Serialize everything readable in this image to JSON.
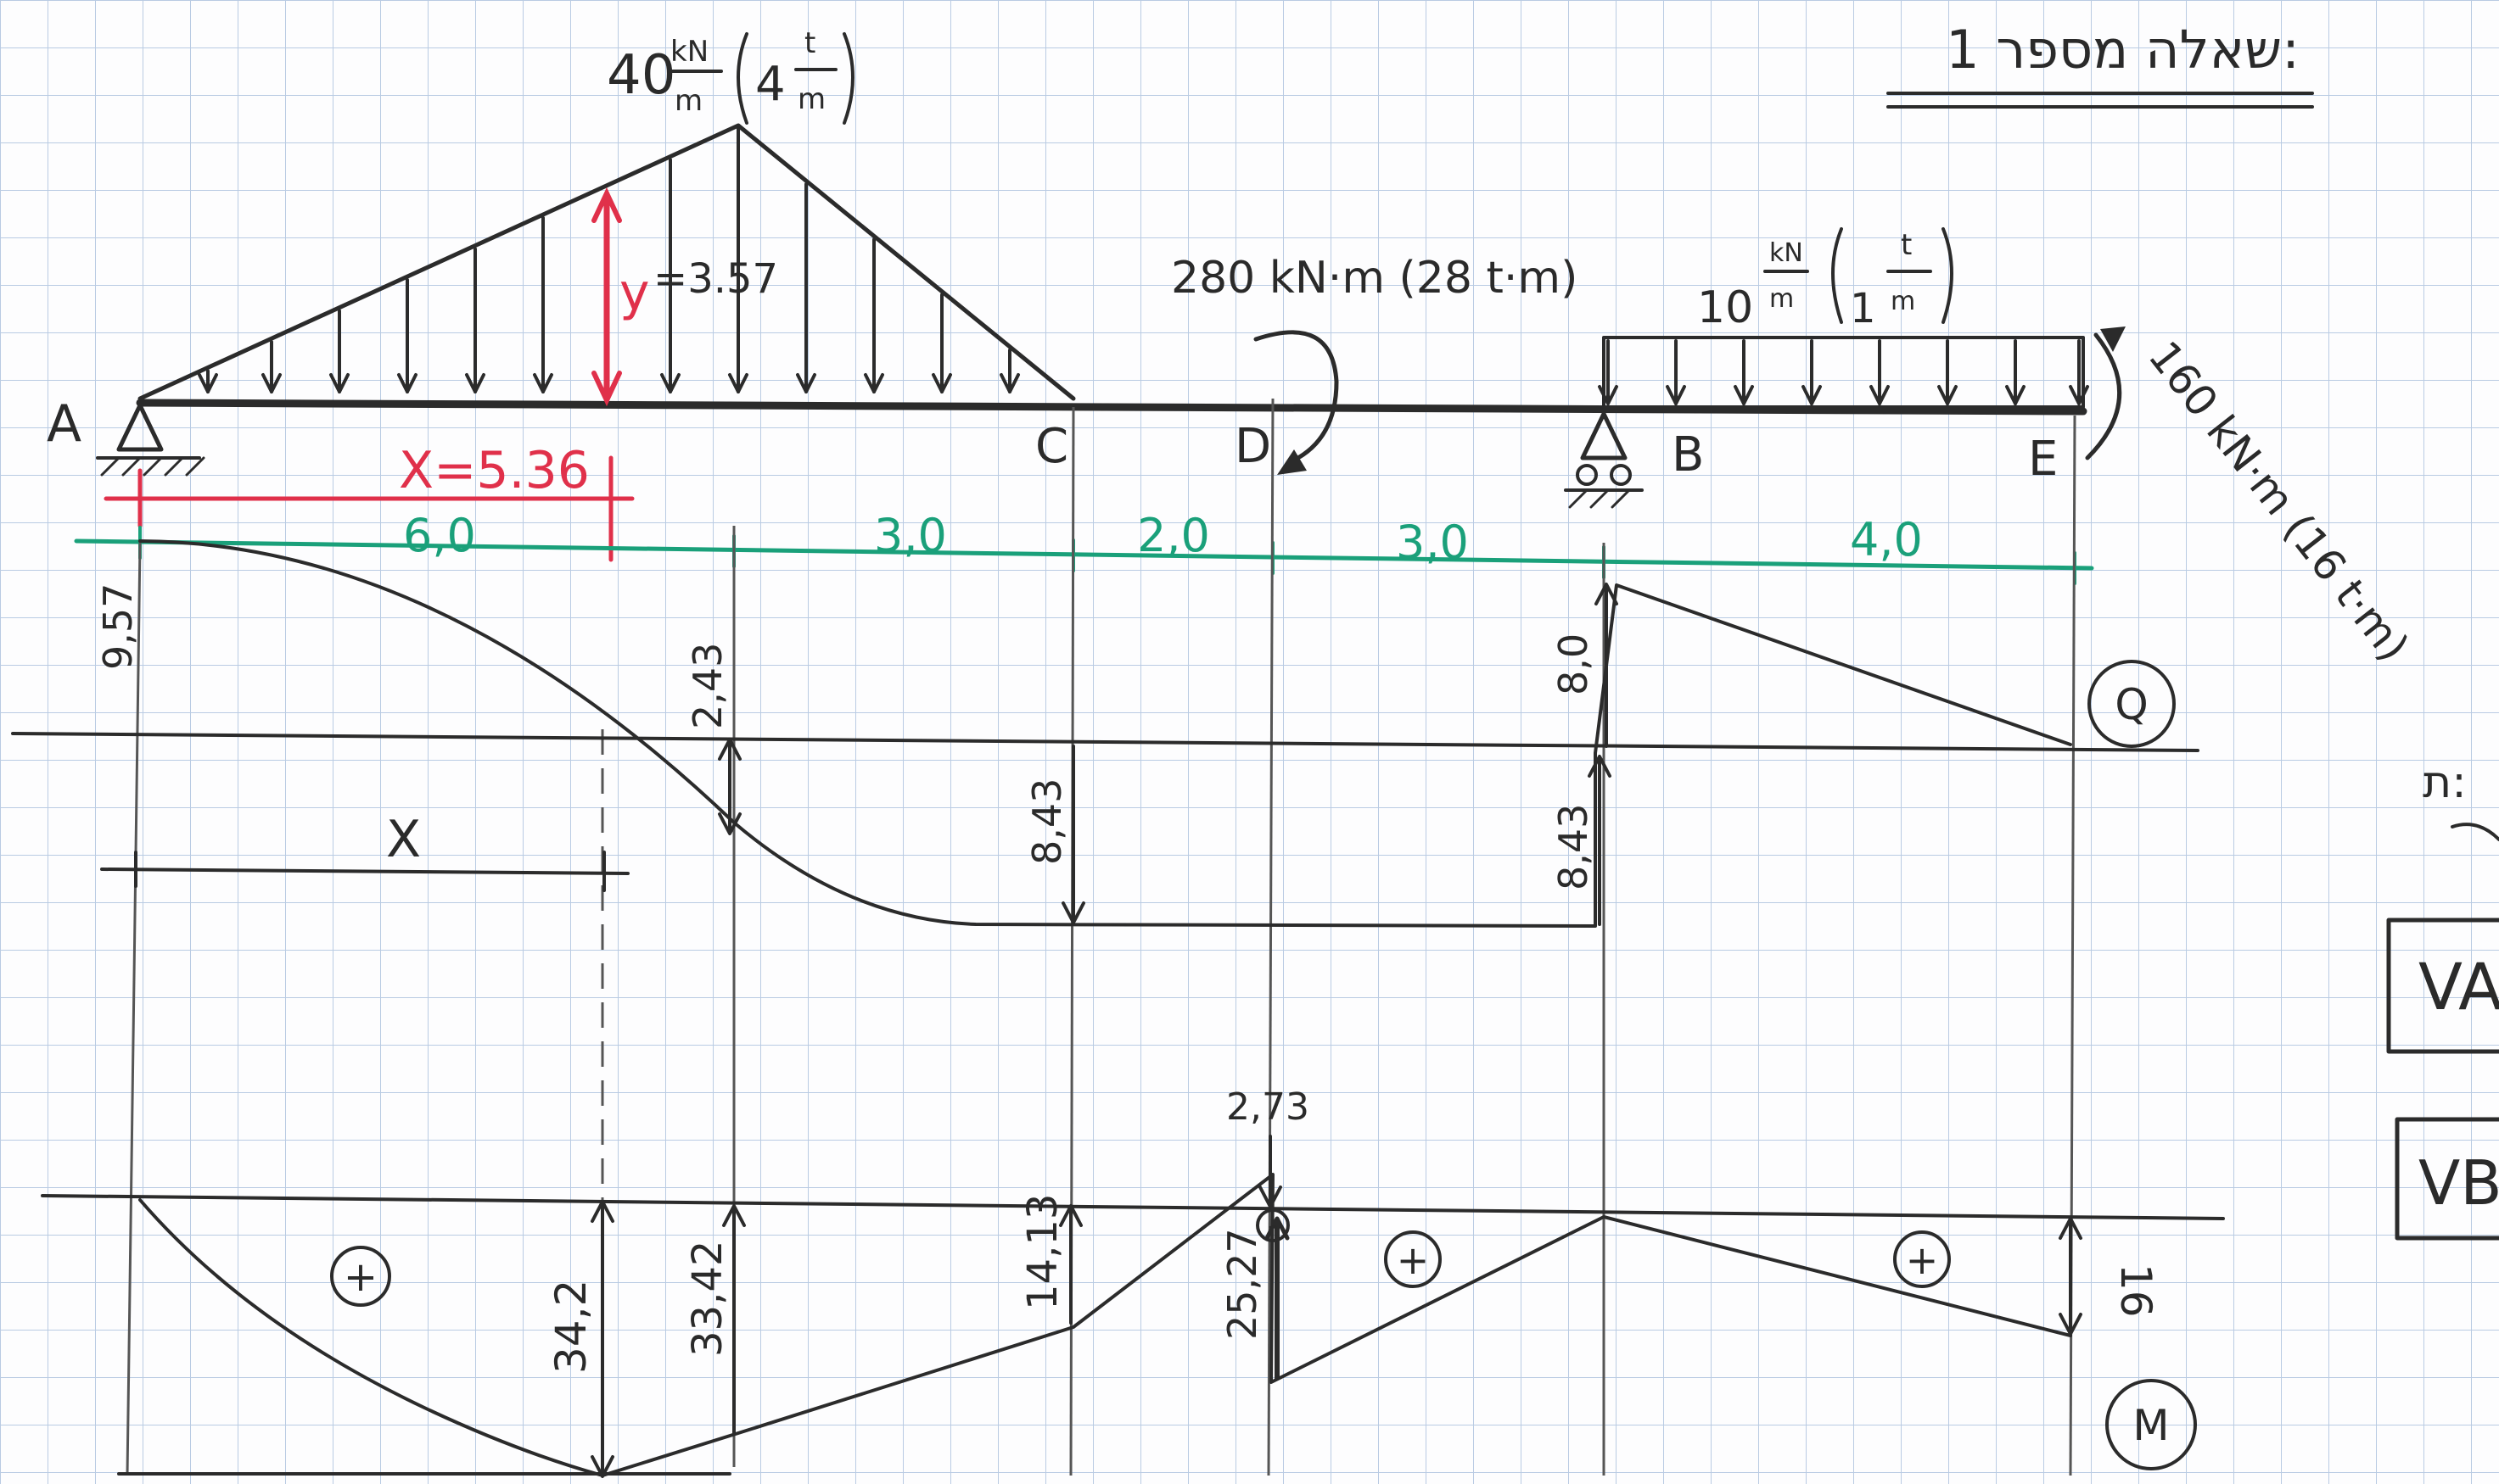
{
  "header": {
    "title": "שאלה מספר 1:"
  },
  "beam": {
    "points": [
      "A",
      "C",
      "D",
      "B",
      "E"
    ],
    "spans": [
      "6,0",
      "3,0",
      "2,0",
      "3,0",
      "4,0"
    ],
    "tri_load_label": "40",
    "tri_load_unit_top": "kN",
    "tri_load_unit_bot": "m",
    "tri_load_alt_top": "t",
    "tri_load_alt_bot": "m",
    "tri_load_alt_val": "4",
    "moment_D": "280 kN·m (28 t·m)",
    "udl_label": "10",
    "udl_unit_top": "kN",
    "udl_unit_bot": "m",
    "udl_alt_val": "1",
    "udl_alt_top": "t",
    "udl_alt_bot": "m",
    "moment_E": "160 kN·m (16 t·m)",
    "x_label": "X=5.36",
    "y_label": "y",
    "y_value": "=3.57"
  },
  "shear": {
    "symbol": "Q",
    "x_label": "X",
    "values": {
      "A": "9,57",
      "mid": "2,43",
      "C": "8,43",
      "B_left": "8,43",
      "B_right": "8,0"
    }
  },
  "moment": {
    "symbol": "M",
    "values": {
      "max": "34,2",
      "at6": "33,42",
      "C": "14,13",
      "D_top": "2,73",
      "D_bot": "25,27",
      "E": "16"
    },
    "signs": [
      "+",
      "+",
      "+",
      "-"
    ]
  },
  "side": {
    "partial_top": "ת:",
    "box1": "VA",
    "box2": "VB"
  }
}
